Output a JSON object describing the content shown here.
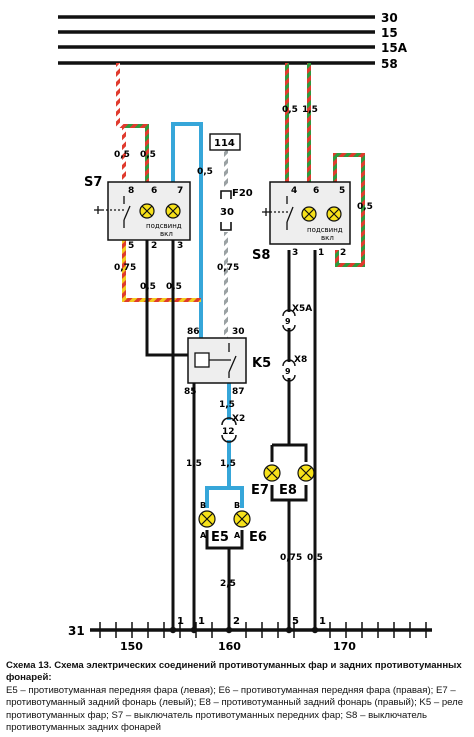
{
  "bus": {
    "top_lines": [
      "30",
      "15",
      "15A",
      "58"
    ],
    "ground_label": "31",
    "ground_marks": [
      "150",
      "160",
      "170"
    ]
  },
  "components": {
    "s7": "S7",
    "s8": "S8",
    "k5": "K5",
    "e5": "E5",
    "e6": "E6",
    "e7": "E7",
    "e8": "E8",
    "f20": "F20",
    "box_114": "114",
    "fuse_value": "30",
    "lamp_text_1": "подсвинд",
    "lamp_text_2": "вкл"
  },
  "wire_sizes": {
    "s7_in_a": "0,5",
    "s7_in_b": "0,5",
    "k5_top": "0,5",
    "f20_out": "0,75",
    "s8_in_a": "0,5",
    "s8_in_b": "1,5",
    "s8_side": "0,5",
    "s7_out_a": "0,75",
    "s7_out_b": "0,5",
    "s7_out_c": "0,5",
    "k5_out_a": "1,5",
    "k5_out_b": "1,5",
    "k5_left": "1,5",
    "e_ground": "2,5",
    "e8_ground": "0,75",
    "s8_ground": "0,5"
  },
  "pins": {
    "s7_8": "8",
    "s7_6": "6",
    "s7_7": "7",
    "s7_5": "5",
    "s7_2": "2",
    "s7_3": "3",
    "s8_4": "4",
    "s8_6": "6",
    "s8_5": "5",
    "s8_3": "3",
    "s8_1": "1",
    "s8_2": "2",
    "k5_86": "86",
    "k5_30": "30",
    "k5_85": "85",
    "k5_87": "87",
    "e5_b": "B",
    "e5_a": "A",
    "e6_b": "B",
    "e6_a": "A",
    "g1": "1",
    "g1b": "1",
    "g2": "2",
    "g5": "5",
    "g1c": "1"
  },
  "connectors": {
    "x5a": "X5A",
    "x5a_pin": "9",
    "x8": "X8",
    "x8_pin": "9",
    "x2": "X2",
    "x2_pin": "12"
  },
  "caption": {
    "title": "Схема 13. Схема электрических соединений противотуманных фар и задних противотуманных фонарей:",
    "legend": "E5 – противотуманная передняя фара (левая); E6 – противотуманная передняя фара (правая); E7 – противотуманный задний фонарь (левый); E8 – противотуманный задний фонарь (правый); K5 – реле противотуманных фар; S7 – выключатель противотуманных передних фар; S8 – выключатель противотуманных задних фонарей"
  },
  "colors": {
    "wire_red": "#e03b2e",
    "wire_green": "#2e9a3e",
    "wire_yellow": "#f2cc1c",
    "wire_blue": "#36a6d9",
    "wire_gray": "#9aa1a3",
    "wire_black": "#111111",
    "box_fill": "#eeeeee",
    "lamp_fill": "#f7e21a"
  }
}
